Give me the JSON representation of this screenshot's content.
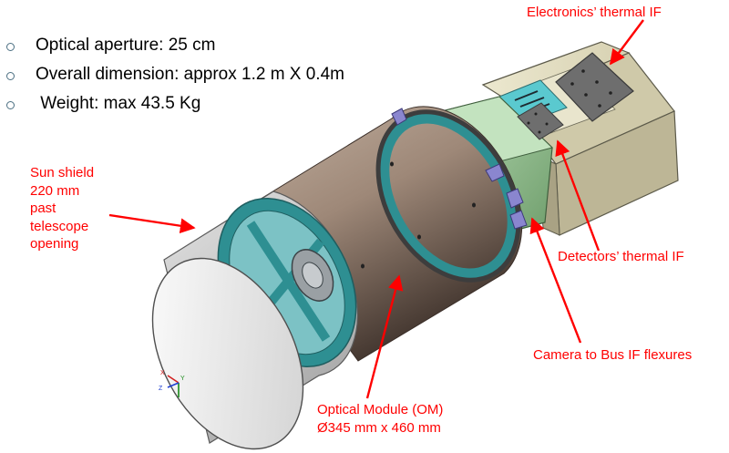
{
  "bullets": [
    "Optical aperture: 25 cm",
    "Overall dimension: approx 1.2 m X 0.4m",
    " Weight: max 43.5 Kg"
  ],
  "callouts": {
    "electronics_thermal_if": "Electronics’ thermal IF",
    "sun_shield": [
      "Sun shield",
      "220 mm",
      "past",
      "telescope",
      "opening"
    ],
    "detectors_thermal_if": "Detectors’ thermal IF",
    "camera_to_bus_if_flexures": "Camera to Bus IF flexures",
    "optical_module": [
      "Optical Module (OM)",
      "Ø345 mm x 460 mm"
    ]
  },
  "axis_triad_labels": [
    "X",
    "Y",
    "Z"
  ],
  "colors": {
    "callout_red": "#ff0000",
    "bullet_marker": "#4b6f82",
    "sun_shield": "#c4c4c4",
    "optical_module_body": "#9e8878",
    "rim_teal": "#2e8f92",
    "detector_housing_green": "#9cc79a",
    "electronics_box_beige": "#ddd8bc",
    "interface_plate_grey": "#6e6e6e",
    "flexure_purple": "#8a86cf"
  }
}
